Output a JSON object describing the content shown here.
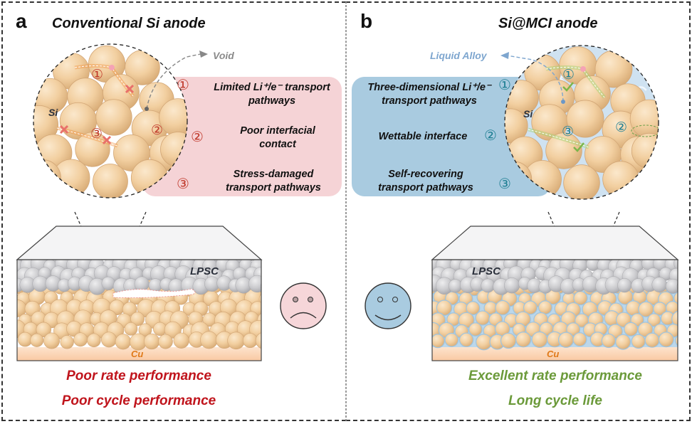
{
  "colors": {
    "si_particle": "#f2cfa0",
    "lpsc_particle": "#c9c9cc",
    "cu_layer": "#fbd5b5",
    "cu_text": "#e07a1a",
    "pink_box": "#f5d3d6",
    "blue_box": "#a9cbe0",
    "bad_text": "#c0141c",
    "good_text": "#6b9a3a",
    "red_number": "#c0392b",
    "teal_number": "#1f7f93",
    "void_label": "#8a8a8a",
    "liquid_alloy_label": "#7ea6cf"
  },
  "panel_a": {
    "letter": "a",
    "title": "Conventional Si anode",
    "void_label": "Void",
    "si_label": "Si",
    "lpsc_label": "LPSC",
    "cu_label": "Cu",
    "points": [
      {
        "num": "①",
        "text_line1": "Limited Li⁺/e⁻ transport",
        "text_line2": "pathways"
      },
      {
        "num": "②",
        "text_line1": "Poor interfacial",
        "text_line2": "contact"
      },
      {
        "num": "③",
        "text_line1": "Stress-damaged",
        "text_line2": "transport pathways"
      }
    ],
    "zoom_markers": [
      "①",
      "②",
      "③"
    ],
    "face": "sad-face",
    "outcomes": [
      "Poor rate performance",
      "Poor cycle performance"
    ]
  },
  "panel_b": {
    "letter": "b",
    "title": "Si@MCI anode",
    "liquid_alloy_label": "Liquid Alloy",
    "si_label": "Si",
    "lpsc_label": "LPSC",
    "cu_label": "Cu",
    "points": [
      {
        "num": "①",
        "text_line1": "Three-dimensional Li⁺/e⁻",
        "text_line2": "transport pathways"
      },
      {
        "num": "②",
        "text_line1": "Wettable interface",
        "text_line2": ""
      },
      {
        "num": "③",
        "text_line1": "Self-recovering",
        "text_line2": "transport pathways"
      }
    ],
    "zoom_markers": [
      "①",
      "②",
      "③"
    ],
    "face": "happy-face",
    "outcomes": [
      "Excellent rate performance",
      "Long cycle life"
    ]
  }
}
